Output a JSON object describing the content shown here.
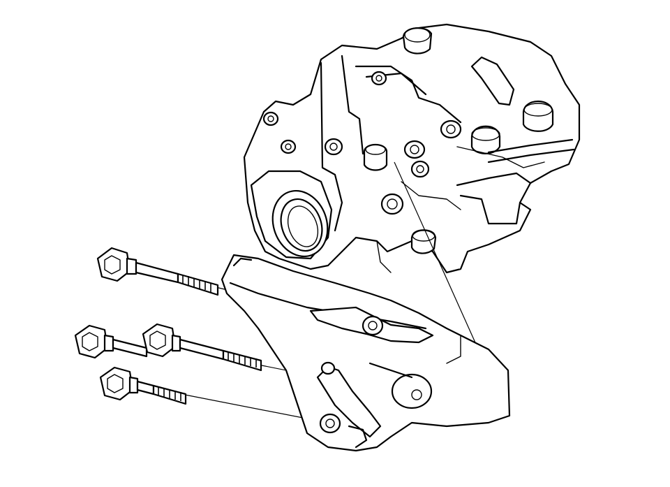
{
  "figure": {
    "subject": "engine-block-with-accessory-bracket",
    "fasteners": [
      {
        "name": "upper-bracket-bolt"
      },
      {
        "name": "middle-bracket-bolt-left"
      },
      {
        "name": "middle-bracket-bolt-right"
      },
      {
        "name": "lower-bracket-bolt"
      }
    ],
    "line_color": "#000000",
    "background": "#ffffff"
  }
}
